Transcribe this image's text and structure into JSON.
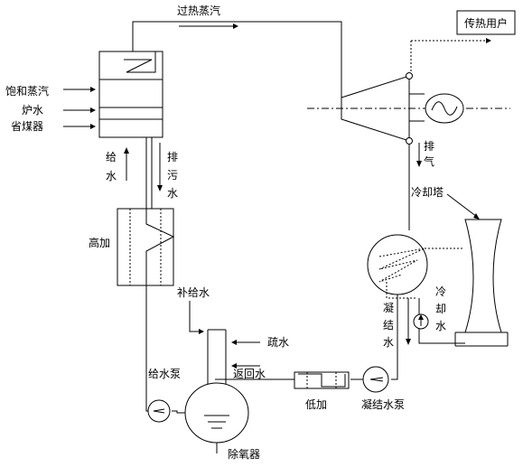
{
  "labels": {
    "superheated_steam": "过热蒸汽",
    "heat_user": "传热用户",
    "saturated_steam": "饱和蒸汽",
    "furnace_water": "炉水",
    "economizer": "省煤器",
    "feed_water_1": "给",
    "feed_water_2": "水",
    "blowdown_1": "排",
    "blowdown_2": "污",
    "blowdown_3": "水",
    "hp_heater": "高加",
    "exhaust_1": "排",
    "exhaust_2": "气",
    "cooling_tower": "冷却塔",
    "makeup_water": "补给水",
    "drain_water": "疏水",
    "return_water": "返回水",
    "feed_pump": "给水泵",
    "condensate_1": "凝",
    "condensate_2": "结",
    "condensate_3": "水",
    "cooling_water_1": "冷",
    "cooling_water_2": "却",
    "cooling_water_3": "水",
    "lp_heater": "低加",
    "condensate_pump": "凝结水泵",
    "deaerator": "除氧器"
  }
}
